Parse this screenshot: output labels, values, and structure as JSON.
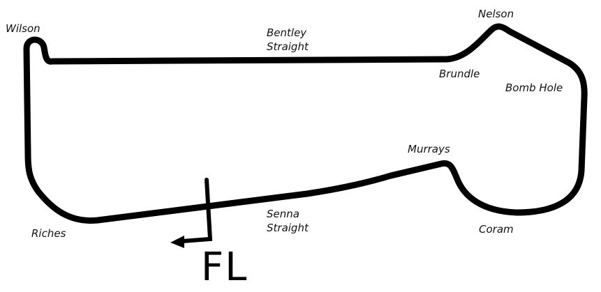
{
  "diagram": {
    "type": "race-circuit-map",
    "track_color": "#000000",
    "corners": {
      "wilson": "Wilson",
      "bentley_1": "Bentley",
      "bentley_2": "Straight",
      "nelson": "Nelson",
      "brundle": "Brundle",
      "bomb_hole": "Bomb Hole",
      "murrays": "Murrays",
      "senna_1": "Senna",
      "senna_2": "Straight",
      "coram": "Coram",
      "riches": "Riches"
    },
    "finish_line_label": "FL"
  }
}
